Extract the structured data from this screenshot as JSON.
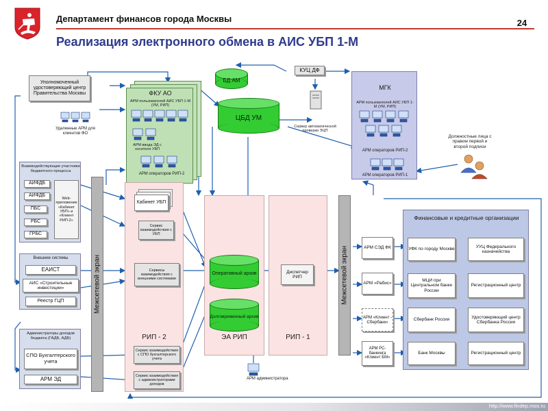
{
  "header": {
    "org": "Департамент финансов города Москвы",
    "page_number": "24",
    "title": "Реализация электронного обмена в АИС УБП 1-М",
    "footer_url": "http://www.findep.mos.ru"
  },
  "colors": {
    "title": "#2e3a8c",
    "header_line": "#c0392b",
    "fku_fill": "#bfe0b5",
    "mgk_fill": "#c7cae8",
    "rip_fill": "#fbe3e3",
    "fin_fill": "#bdc8e6",
    "db_fill": "#33cc33",
    "arrow": "#1f5fae"
  },
  "diagram": {
    "kuc_df": "КУЦ ДФ",
    "bd_am": "БД  АМ",
    "cbd_um": "ЦБД  УМ",
    "server_check": "Сервер автоматической проверки ЭЦП",
    "upolnom": "Уполномоченный удостоверяющий центр Правительства Москвы",
    "remote_arm": "Удаленные АРМ для клиентов ФО",
    "fku_title": "ФКУ  АО",
    "fku_arm_users": "АРМ пользователей АИС УБП 1-М (УМ, РИП)",
    "fku_arm_input": "АРМ ввода ЭД с носителя УБП",
    "fku_arm_rip2": "АРМ операторов РИП-2",
    "mgk_title": "МГК",
    "mgk_arm_users": "АРМ пользователей АИС УБП 1-М (УМ, РИП)",
    "mgk_arm_rip2": "АРМ операторов РИП-2",
    "mgk_arm_rip1": "АРМ операторов РИП-1",
    "officials": "Должностные лица с правом первой и второй подписи",
    "participants_title": "Взаимодействующие участники бюджетного процесса",
    "aifdb1": "АИФДБ",
    "aifdb2": "АИФДБ",
    "pbs": "ПБС",
    "rbs": "РБС",
    "grbs": "ГРБС",
    "web_app": "Web-приложение «Кабинет УБП» и «Клиент РИП-2»",
    "ext_title": "Внешние системы",
    "eaist": "ЕАИСТ",
    "ais_invest": "АИС «Строительные инвестиции»",
    "reestr": "Реестр ГЦП",
    "admins_title": "Администраторы доходов бюджета (ГАДБ, АДБ)",
    "spo_buh": "СПО Бухгалтерского учета",
    "arm_ed": "АРМ  ЭД",
    "firewall1": "Межсетевой экран",
    "firewall2": "Межсетевой экран",
    "kabinet_ubp": "Кабинет УБП",
    "service_ubp": "Сервис взаимодействия с УБП",
    "services_ext": "Сервисы взаимодействия с внешними системами",
    "service_spo": "Сервис взаимодействия с СПО бухгалтерского учета",
    "service_admin": "Сервис взаимодействия с администраторами доходов",
    "rip2": "РИП - 2",
    "ea_rip": "ЭА РИП",
    "rip1": "РИП - 1",
    "oper_archive": "Оперативный архив",
    "long_archive": "Долговременный архив",
    "dispatcher": "Диспетчер РИП",
    "arm_admin": "АРМ администратора",
    "fin_title": "Финансовые и кредитные организации",
    "arm_sed": "АРМ СЭД ФК",
    "arm_rabis": "АРМ «Рабис»",
    "arm_client_sber": "АРМ «Клиент - Сбербанк»",
    "arm_rs_bank": "АРМ РС-банкинга «Клиент БМ»",
    "ufk": "УФК по городу Москве",
    "uuc_fed": "УУЦ Федерального казначейства",
    "mci": "МЦИ при Центральном банке России",
    "reg1": "Регистрационный центр",
    "sberbank": "Сбербанк России",
    "ud_sber": "Удостоверяющий центр Сбербанка России",
    "bank_msk": "Банк Москвы",
    "reg2": "Регистрационный центр"
  }
}
